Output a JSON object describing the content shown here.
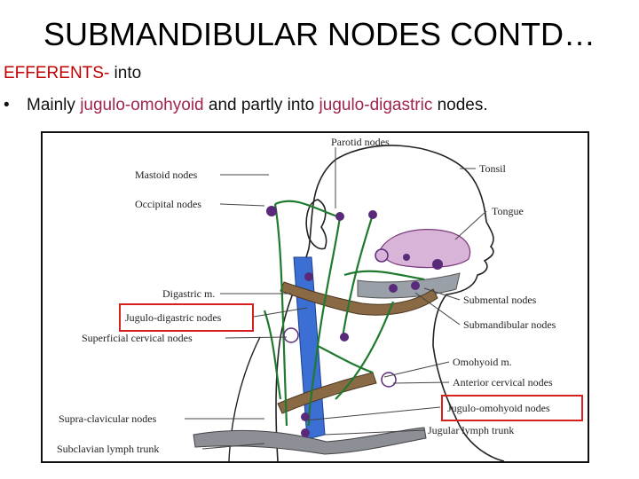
{
  "slide": {
    "title": "SUBMANDIBULAR NODES CONTD…",
    "efferents_label": "EFFERENTS-",
    "efferents_rest": " into",
    "bullet_prefix": "Mainly ",
    "bullet_term1": "jugulo-omohyoid",
    "bullet_mid": " and partly into ",
    "bullet_term2": "jugulo-digastric",
    "bullet_suffix": " nodes."
  },
  "diagram": {
    "labels": {
      "parotid": "Parotid nodes",
      "tonsil": "Tonsil",
      "mastoid": "Mastoid nodes",
      "occipital": "Occipital nodes",
      "tongue": "Tongue",
      "digastric": "Digastric m.",
      "submental": "Submental nodes",
      "jugulo_digastric": "Jugulo-digastric nodes",
      "submandibular": "Submandibular nodes",
      "superficial_cervical": "Superficial cervical nodes",
      "omohyoid": "Omohyoid m.",
      "anterior_cervical": "Anterior cervical nodes",
      "jugulo_omohyoid": "Jugulo-omohyoid nodes",
      "supra_clavicular": "Supra-clavicular nodes",
      "jugular_trunk": "Jugular lymph trunk",
      "subclavian_trunk": "Subclavian lymph trunk"
    },
    "colors": {
      "highlight_box": "#d62020",
      "lymph_vessel": "#1f7a2e",
      "vein": "#3b6fd4",
      "muscle": "#8a6a45",
      "tongue": "#d8b4d8",
      "node": "#5a2a7a",
      "text_red": "#c00000",
      "text_magenta": "#a0254e"
    }
  }
}
